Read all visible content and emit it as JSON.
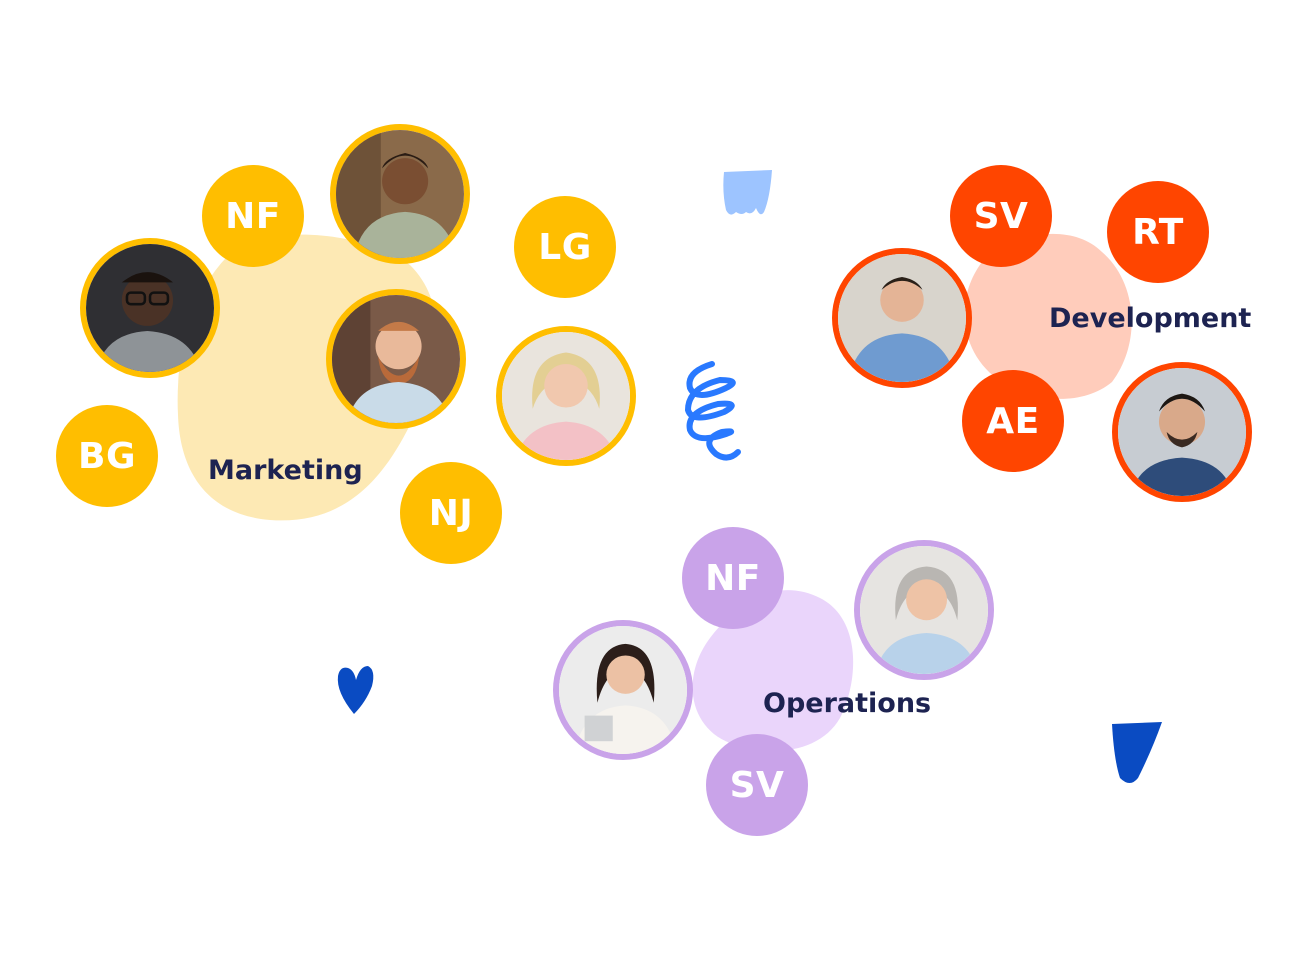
{
  "colors": {
    "marketing_accent": "#ffbe00",
    "marketing_blob": "#fde9b4",
    "development_accent": "#ff4500",
    "development_blob": "#ffccbb",
    "operations_accent": "#c9a3e9",
    "operations_blob": "#ead5fb",
    "label_text": "#1d2351",
    "deco_light_blue": "#9dc4ff",
    "deco_blue": "#2979ff",
    "deco_navy": "#0a4bc2"
  },
  "teams": {
    "marketing": {
      "label": "Marketing",
      "initials": [
        "NF",
        "LG",
        "BG",
        "NJ"
      ],
      "photo_icons": [
        "person-photo-icon",
        "person-photo-icon",
        "person-photo-icon",
        "person-photo-icon"
      ]
    },
    "development": {
      "label": "Development",
      "initials": [
        "SV",
        "RT",
        "AE"
      ],
      "photo_icons": [
        "person-photo-icon",
        "person-photo-icon"
      ]
    },
    "operations": {
      "label": "Operations",
      "initials": [
        "NF",
        "SV"
      ],
      "photo_icons": [
        "person-photo-icon",
        "person-photo-icon"
      ]
    }
  },
  "decorations": [
    "brush-stroke-icon",
    "spiral-icon",
    "heart-icon",
    "triangle-stroke-icon"
  ]
}
